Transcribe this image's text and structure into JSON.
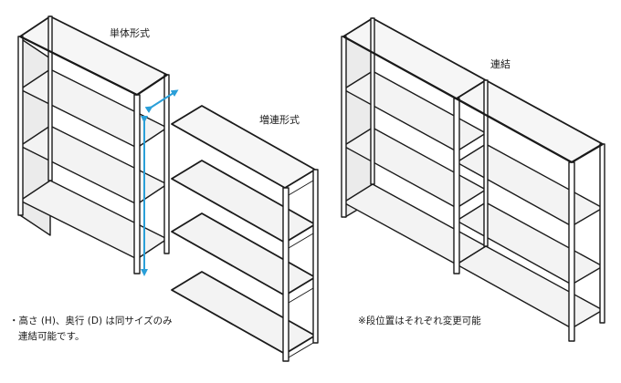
{
  "labels": {
    "single": "単体形式",
    "extension": "増連形式",
    "connected": "連結"
  },
  "notes": {
    "left_line1": "・高さ (H)、奥行 (D) は同サイズのみ",
    "left_line2": "連結可能です。",
    "right": "※段位置はそれぞれ変更可能"
  },
  "colors": {
    "line": "#1a1a1a",
    "panel": "#f3f3f3",
    "inner": "#e6e6e6",
    "arrow": "#2a9fd8"
  }
}
